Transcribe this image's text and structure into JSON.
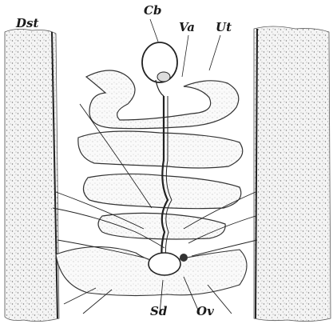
{
  "figure": {
    "labels": {
      "dst": "Dst",
      "cb": "Cb",
      "va": "Va",
      "ut": "Ut",
      "sd": "Sd",
      "ov": "Ov"
    }
  }
}
